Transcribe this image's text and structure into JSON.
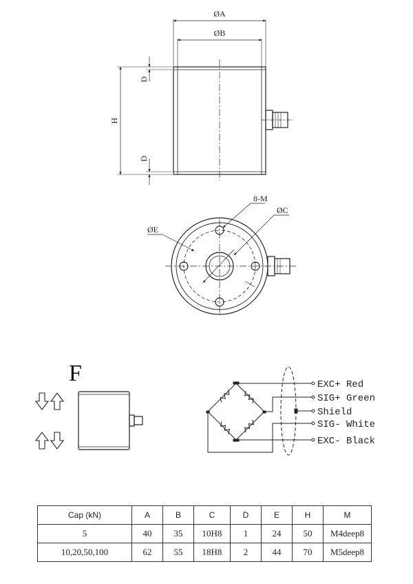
{
  "dimensions": {
    "phi_a": "ØA",
    "phi_b": "ØB",
    "h": "H",
    "d_top": "D",
    "d_bottom": "D",
    "thread": "8-M",
    "phi_c": "ØC",
    "phi_e": "ØE"
  },
  "section_letter": "F",
  "wiring": [
    {
      "label": "EXC+ Red"
    },
    {
      "label": "SIG+ Green"
    },
    {
      "label": "Shield"
    },
    {
      "label": "SIG- White"
    },
    {
      "label": "EXC- Black"
    }
  ],
  "table": {
    "headers": [
      "Cap (kN)",
      "A",
      "B",
      "C",
      "D",
      "E",
      "H",
      "M"
    ],
    "rows": [
      [
        "5",
        "40",
        "35",
        "10H8",
        "1",
        "24",
        "50",
        "M4deep8"
      ],
      [
        "10,20,50,100",
        "62",
        "55",
        "18H8",
        "2",
        "44",
        "70",
        "M5deep8"
      ]
    ]
  }
}
